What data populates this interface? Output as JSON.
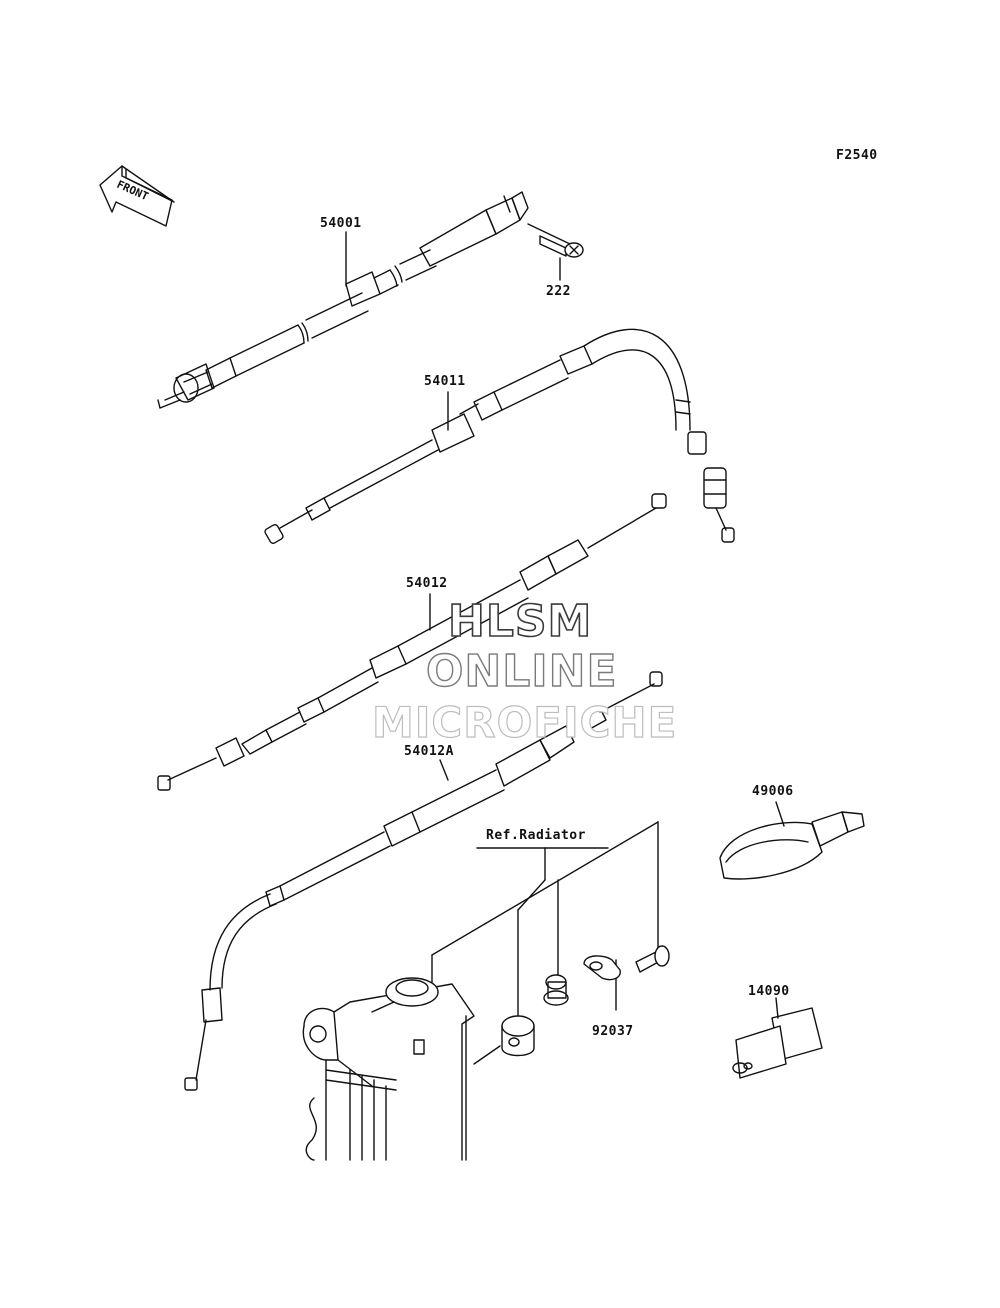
{
  "figure_code": "F2540",
  "front_label": "FRONT",
  "parts": {
    "speedo_cable": "54001",
    "screw": "222",
    "throttle_cable": "54011",
    "cable_a": "54012",
    "cable_b": "54012A",
    "grip": "49006",
    "cover": "14090",
    "clamp": "92037",
    "ref_radiator": "Ref.Radiator"
  },
  "watermark": {
    "line1": "HLSM",
    "line2": "ONLINE",
    "line3": "MICROFICHE"
  }
}
